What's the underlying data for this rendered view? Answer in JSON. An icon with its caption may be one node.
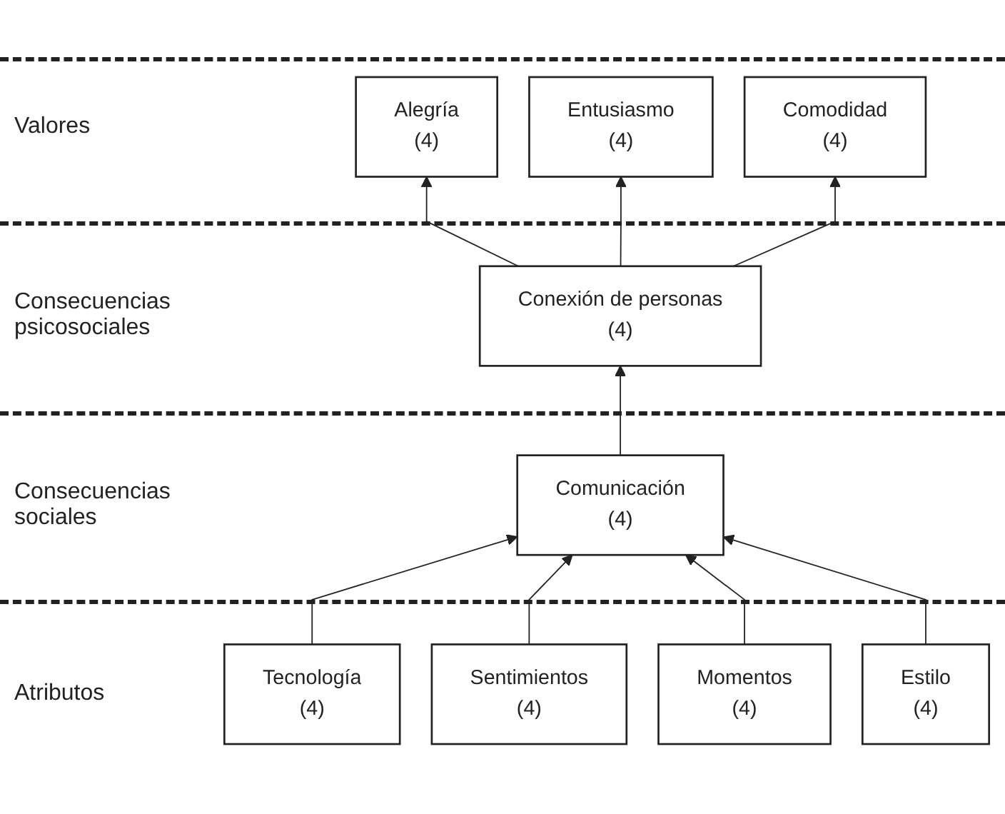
{
  "diagram": {
    "nodes": [
      {
        "text": [
          "Alegría",
          "(4)"
        ]
      },
      {
        "text": [
          "Entusiasmo",
          "(4)"
        ]
      },
      {
        "text": [
          "Comodidad",
          "(4)"
        ]
      },
      {
        "text": [
          "Conexión de personas",
          "(4)"
        ]
      },
      {
        "text": [
          "Comunicación",
          "(4)"
        ]
      },
      {
        "text": [
          "Tecnología",
          "(4)"
        ]
      },
      {
        "text": [
          "Sentimientos",
          "(4)"
        ]
      },
      {
        "text": [
          "Momentos",
          "(4)"
        ]
      },
      {
        "text": [
          "Estilo",
          "(4)"
        ]
      }
    ],
    "edges": [
      {
        "from": 3,
        "to": 0,
        "arrow": "to"
      },
      {
        "from": 3,
        "to": 1,
        "arrow": "to"
      },
      {
        "from": 3,
        "to": 2,
        "arrow": "to"
      },
      {
        "from": 4,
        "to": 3,
        "arrow": "to"
      },
      {
        "from": 5,
        "to": 4,
        "arrow": "to"
      },
      {
        "from": 6,
        "to": 4,
        "arrow": "to"
      },
      {
        "from": 7,
        "to": 4,
        "arrow": "to"
      },
      {
        "from": 8,
        "to": 4,
        "arrow": "to"
      }
    ],
    "labels": [
      "Valores",
      "Consecuencias psicosociales",
      "Consecuencias sociales",
      "Atributos"
    ]
  }
}
